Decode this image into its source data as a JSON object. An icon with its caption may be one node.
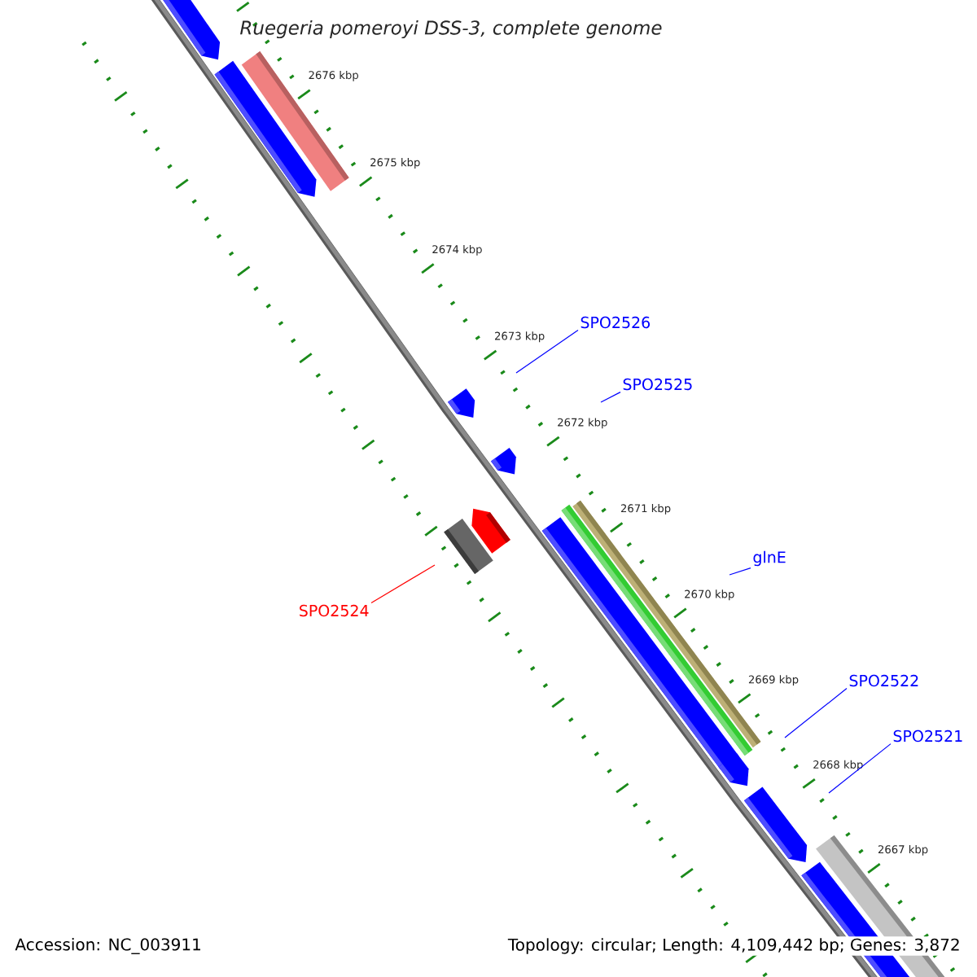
{
  "diagram": {
    "title": "Ruegeria pomeroyi DSS-3, complete genome",
    "nodes": [
      {
        "text": [
          "SPO2526"
        ]
      },
      {
        "text": [
          "SPO2525"
        ]
      },
      {
        "text": [
          "glnE"
        ]
      },
      {
        "text": [
          "SPO2524"
        ]
      },
      {
        "text": [
          "SPO2522"
        ]
      },
      {
        "text": [
          "SPO2521"
        ]
      }
    ],
    "edges": [
      {
        "from": 0,
        "to": null,
        "arrow": "none"
      },
      {
        "from": 1,
        "to": null,
        "arrow": "none"
      },
      {
        "from": 2,
        "to": null,
        "arrow": "none"
      },
      {
        "from": 3,
        "to": null,
        "arrow": "none",
        "color": "#ff0000"
      },
      {
        "from": 4,
        "to": null,
        "arrow": "none"
      },
      {
        "from": 5,
        "to": null,
        "arrow": "none"
      }
    ],
    "labels": [
      "2676 kbp",
      "2675 kbp",
      "2674 kbp",
      "2673 kbp",
      "2672 kbp",
      "2671 kbp",
      "2670 kbp",
      "2669 kbp",
      "2668 kbp",
      "2667 kbp",
      "Accession: NC_003911",
      "Topology: circular; Length: 4,109,442 bp; Genes: 3,872"
    ]
  }
}
